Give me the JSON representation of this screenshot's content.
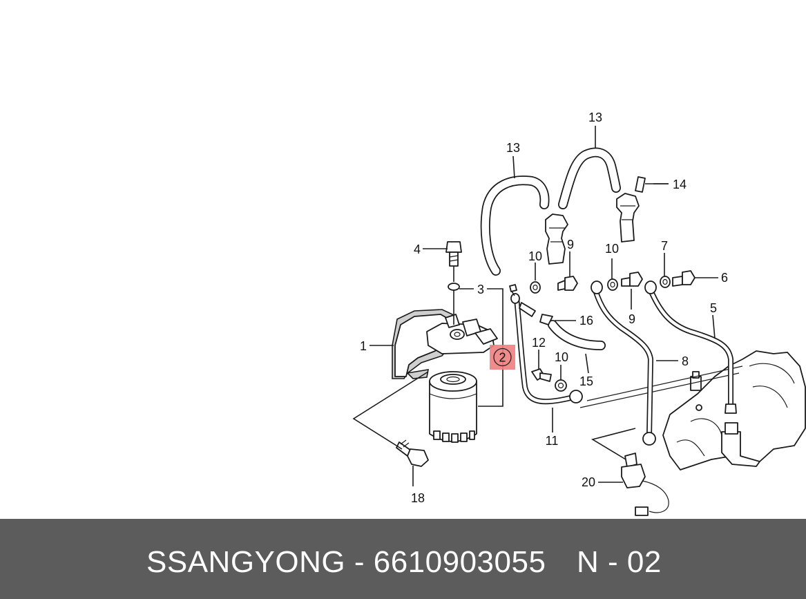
{
  "diagram": {
    "callouts": {
      "c1": "1",
      "c2": "2",
      "c3": "3",
      "c4": "4",
      "c5": "5",
      "c6": "6",
      "c7": "7",
      "c8": "8",
      "c9a": "9",
      "c9b": "9",
      "c10a": "10",
      "c10b": "10",
      "c10c": "10",
      "c11": "11",
      "c12": "12",
      "c13a": "13",
      "c13b": "13",
      "c14": "14",
      "c15": "15",
      "c16": "16",
      "c18": "18",
      "c20": "20"
    },
    "highlight_color": "#f08080"
  },
  "footer": {
    "brand_part": "SSANGYONG - 6610903055",
    "page_ref": "N - 02",
    "background": "#5c5c5c",
    "text_color": "#ffffff"
  }
}
